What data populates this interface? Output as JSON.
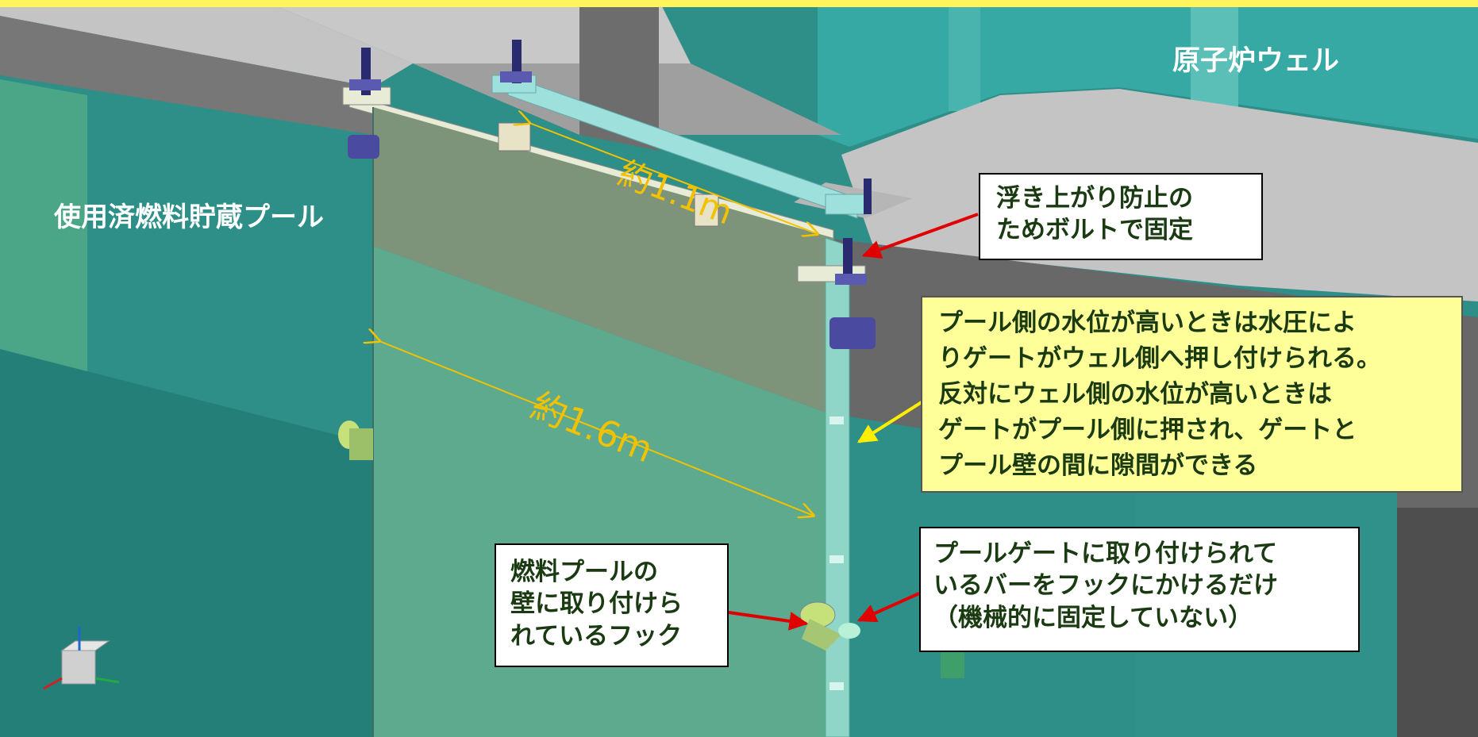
{
  "labels": {
    "reactor_well": "原子炉ウェル",
    "spent_fuel_pool": "使用済燃料貯蔵プール",
    "width_dim": "約1.1m",
    "height_dim": "約1.6m"
  },
  "callouts": {
    "bolt": [
      "浮き上がり防止の",
      "ためボルトで固定"
    ],
    "pressure": [
      "プール側の水位が高いときは水圧によ",
      "りゲートがウェル側へ押し付けられる。",
      "反対にウェル側の水位が高いときは",
      "ゲートがプール側に押され、ゲートと",
      "プール壁の間に隙間ができる"
    ],
    "hook": [
      "燃料プールの",
      "壁に取り付けら",
      "れているフック"
    ],
    "bar": [
      "プールゲートに取り付けられて",
      "いるバーをフックにかけるだけ",
      "（機械的に固定していない）"
    ]
  },
  "colors": {
    "top_band": "#fff45c",
    "pool_water": "#2d8f88",
    "well_water": "#37a9a4",
    "gate_face": "#5daa8f",
    "concrete_gray": "#7a7a7a",
    "top_surface": "#c4c4c4",
    "dimension_arrow": "#f2c200",
    "callout_arrow_red": "#e00000",
    "callout_arrow_yellow": "#ffee00",
    "callout_text": "#1a3a12"
  }
}
